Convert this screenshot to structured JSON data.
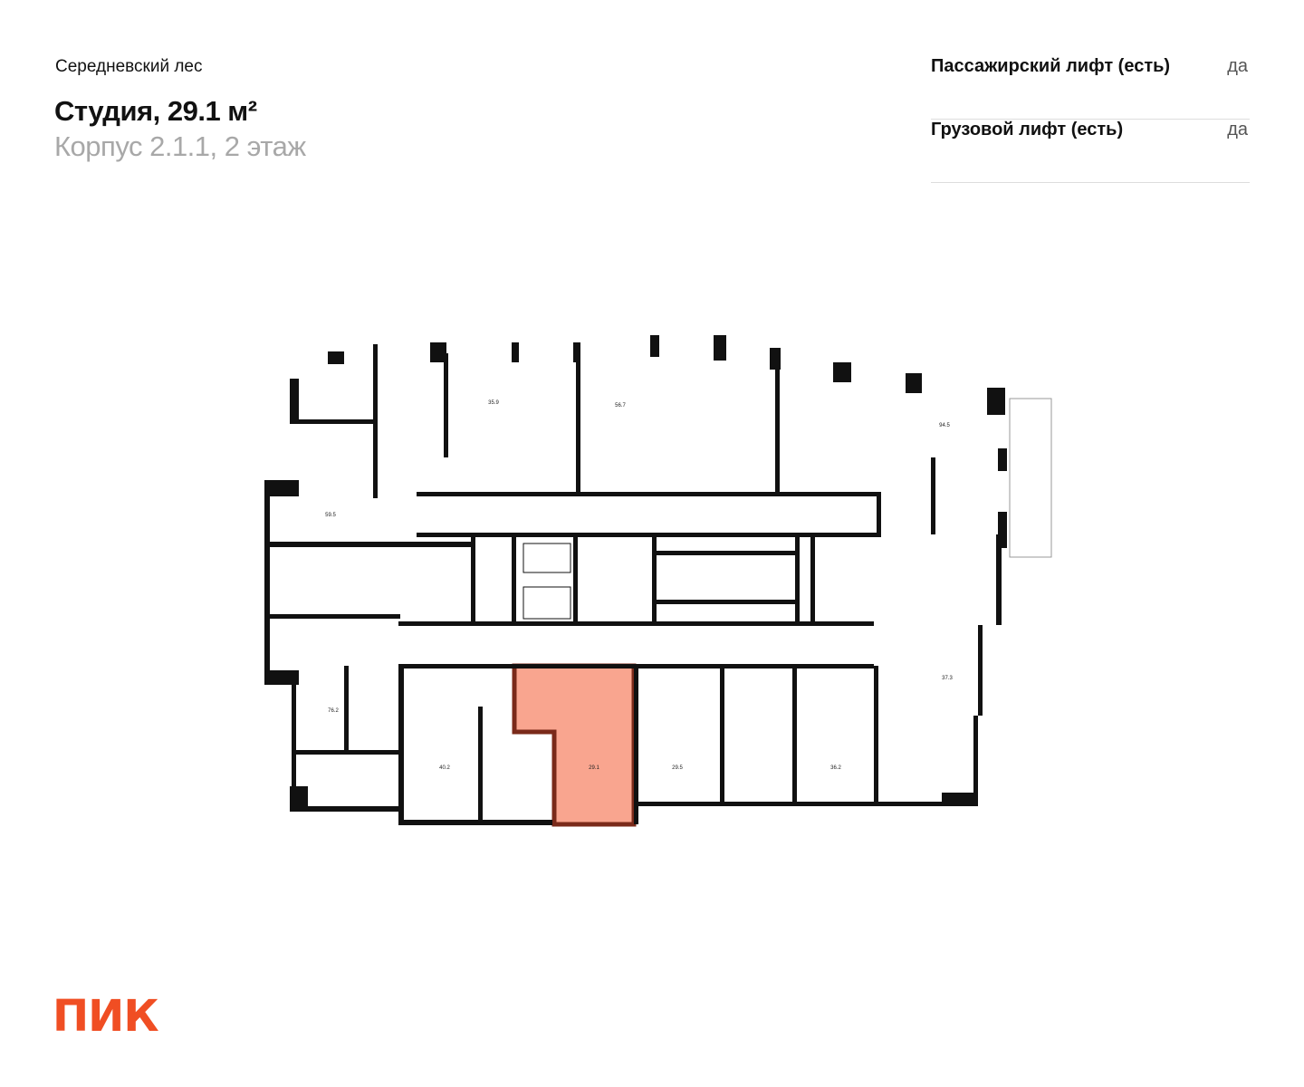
{
  "header": {
    "project": "Середневский лес",
    "title": "Студия, 29.1 м²",
    "subtitle": "Корпус 2.1.1, 2 этаж"
  },
  "features": [
    {
      "label": "Пассажирский лифт (есть)",
      "value": "да"
    },
    {
      "label": "Грузовой лифт (есть)",
      "value": "да"
    }
  ],
  "plan": {
    "highlight_color": "#f9a58f",
    "highlight_border": "#7a2a1a",
    "units": [
      {
        "area": "35.9"
      },
      {
        "area": "56.7"
      },
      {
        "area": "94.5"
      },
      {
        "area": "59.5"
      },
      {
        "area": "76.2"
      },
      {
        "area": "40.2"
      },
      {
        "area": "29.1",
        "selected": true
      },
      {
        "area": "29.5"
      },
      {
        "area": "36.2"
      },
      {
        "area": "37.3"
      }
    ]
  },
  "logo": "ПИК"
}
